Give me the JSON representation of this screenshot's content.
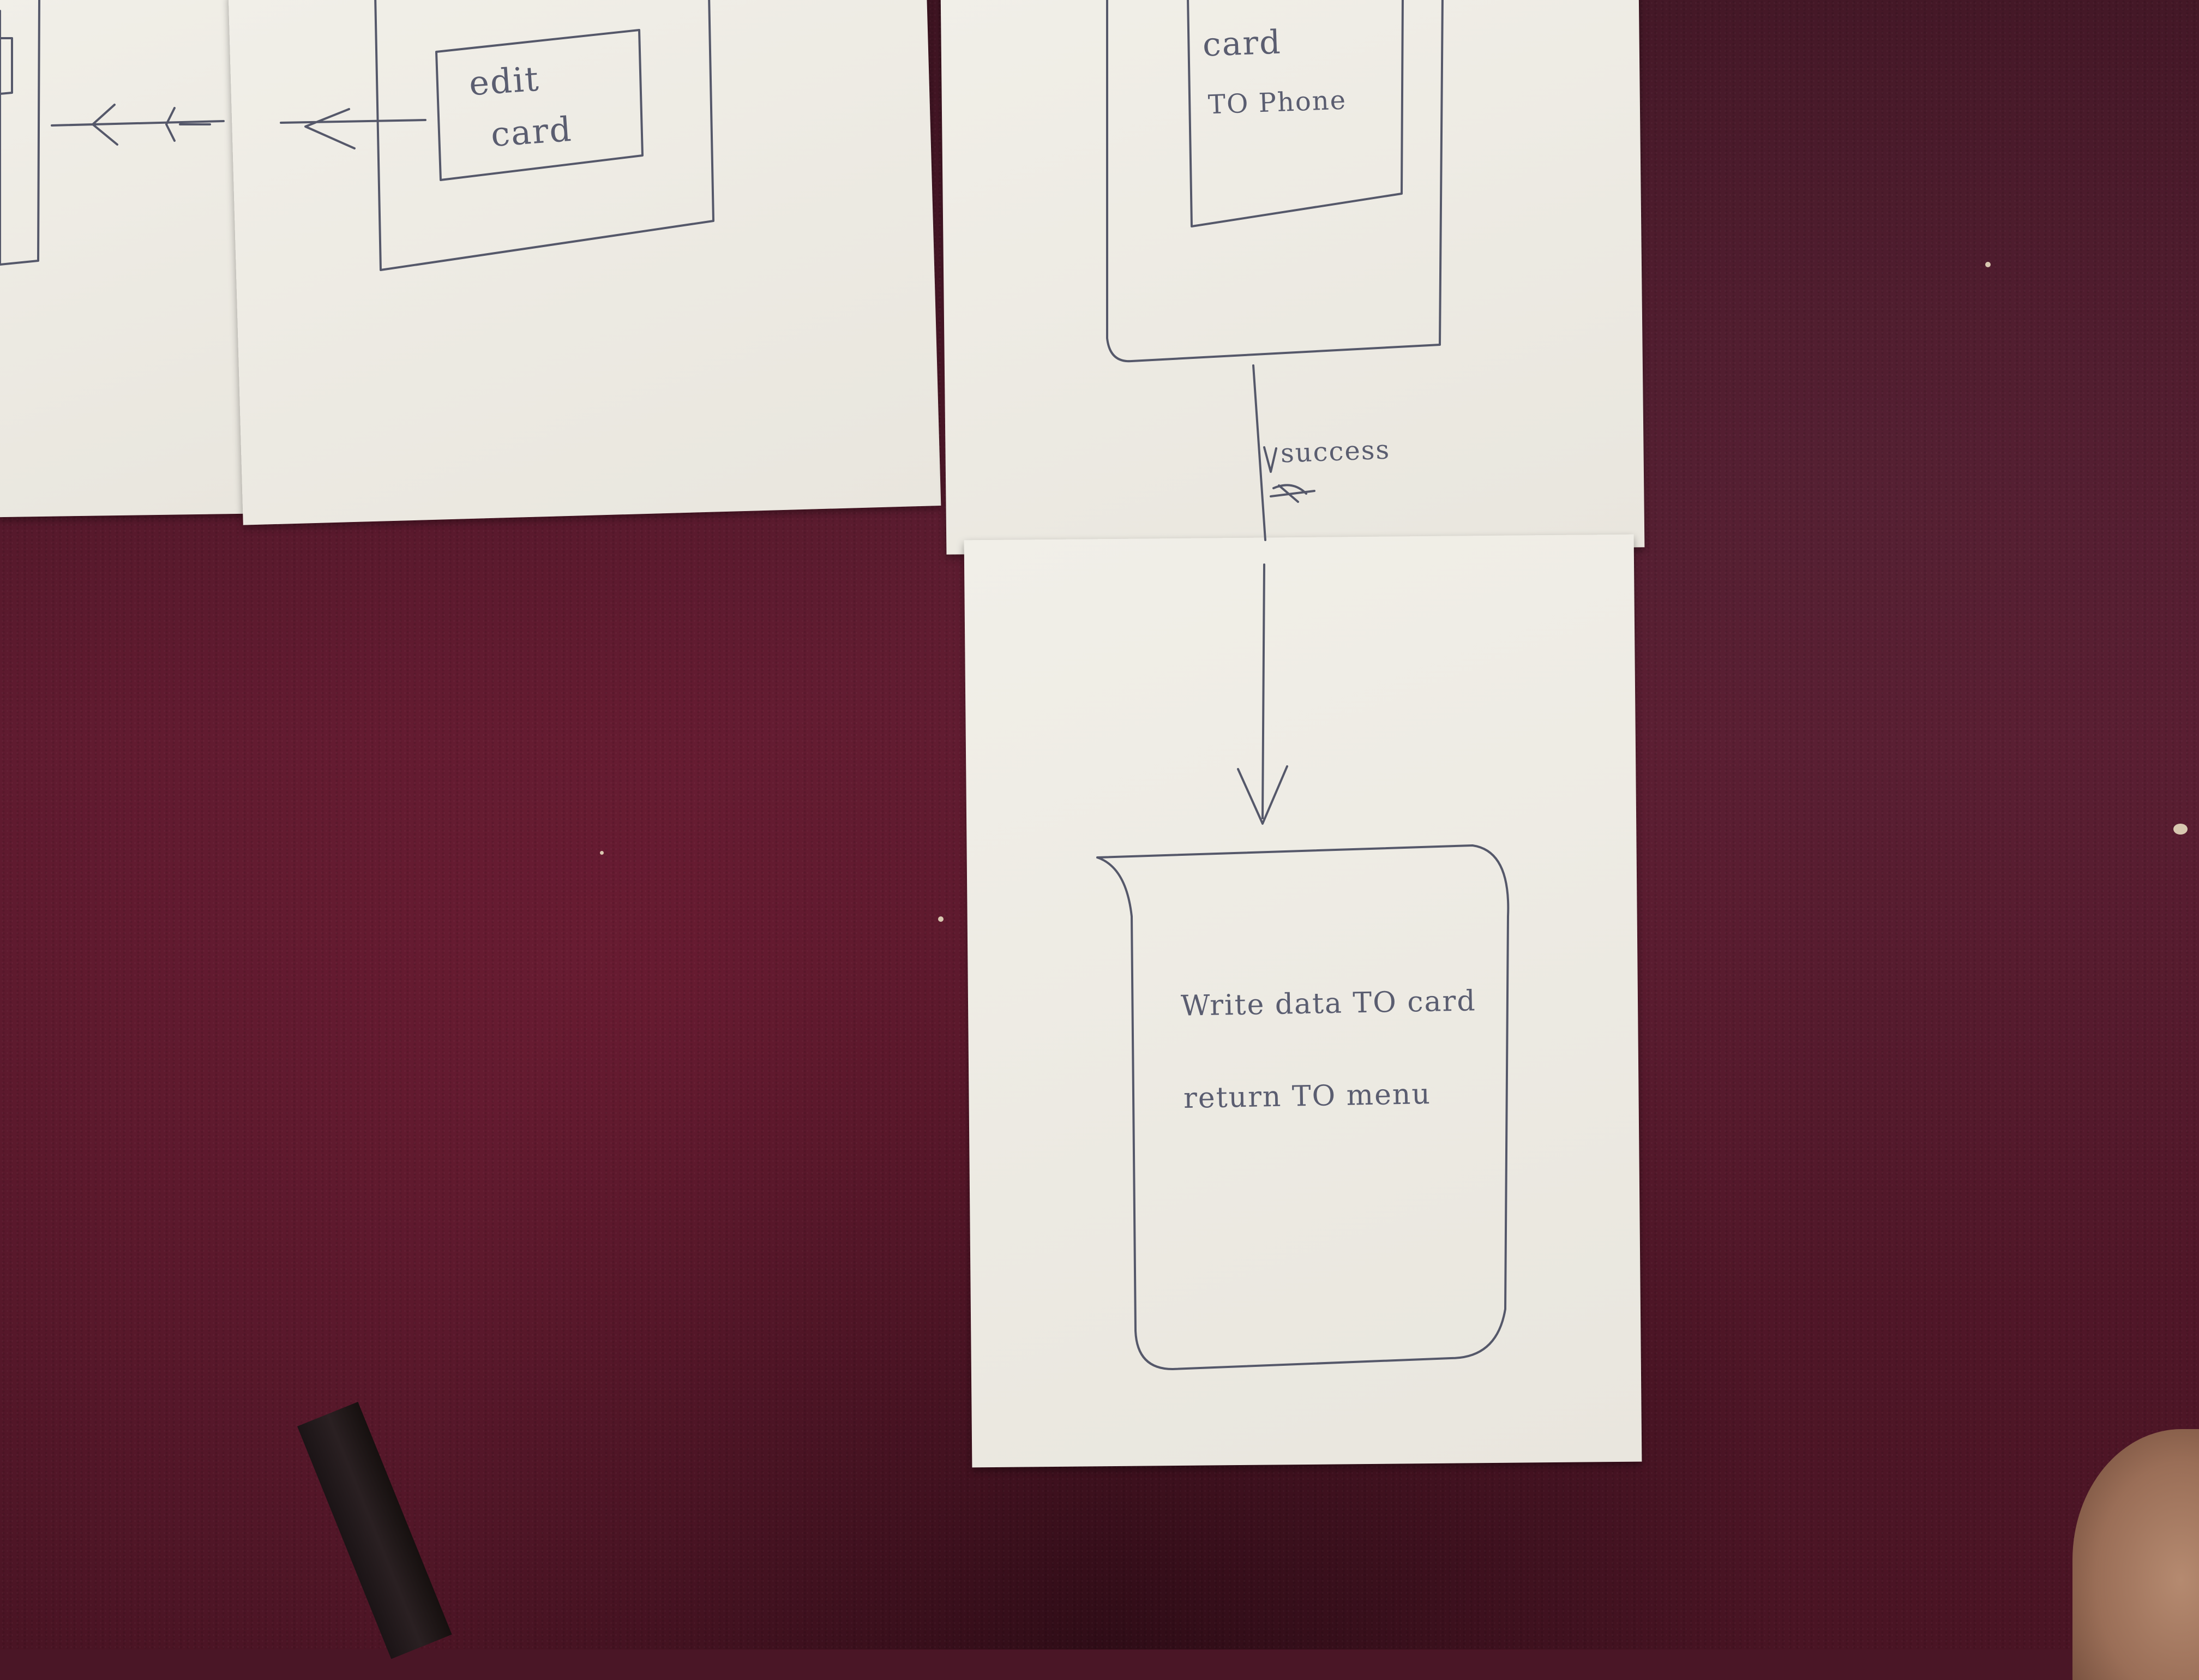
{
  "notes": {
    "edit_card": [
      "edit",
      "card"
    ],
    "top_right_card": [
      "card",
      "TO Phone"
    ],
    "arrow_label": "success",
    "bottom_card": [
      "Write data TO card",
      "return TO menu"
    ]
  },
  "colors": {
    "carpet": "#4a1626",
    "paper": "#efede6",
    "ink": "#55586a"
  }
}
